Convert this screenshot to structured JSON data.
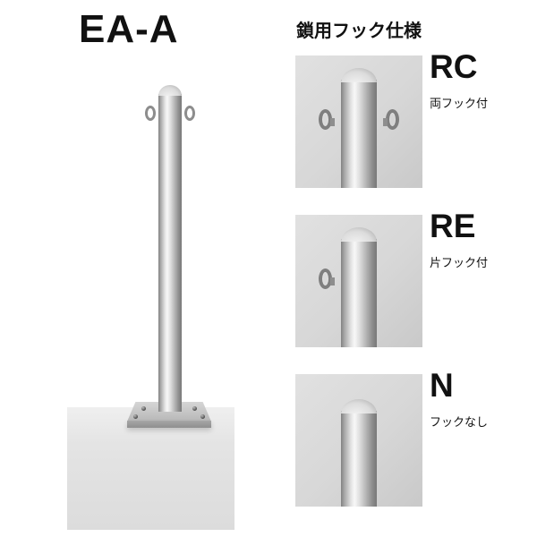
{
  "title": "EA-A",
  "spec_header": "鎖用フック仕様",
  "variants": [
    {
      "code": "RC",
      "label": "両フック付",
      "hooks": "both"
    },
    {
      "code": "RE",
      "label": "片フック付",
      "hooks": "left"
    },
    {
      "code": "N",
      "label": "フックなし",
      "hooks": "none"
    }
  ],
  "colors": {
    "background": "#ffffff",
    "panel_background": "#d7d7d7",
    "concrete": "#e4e4e4",
    "text": "#111111"
  }
}
